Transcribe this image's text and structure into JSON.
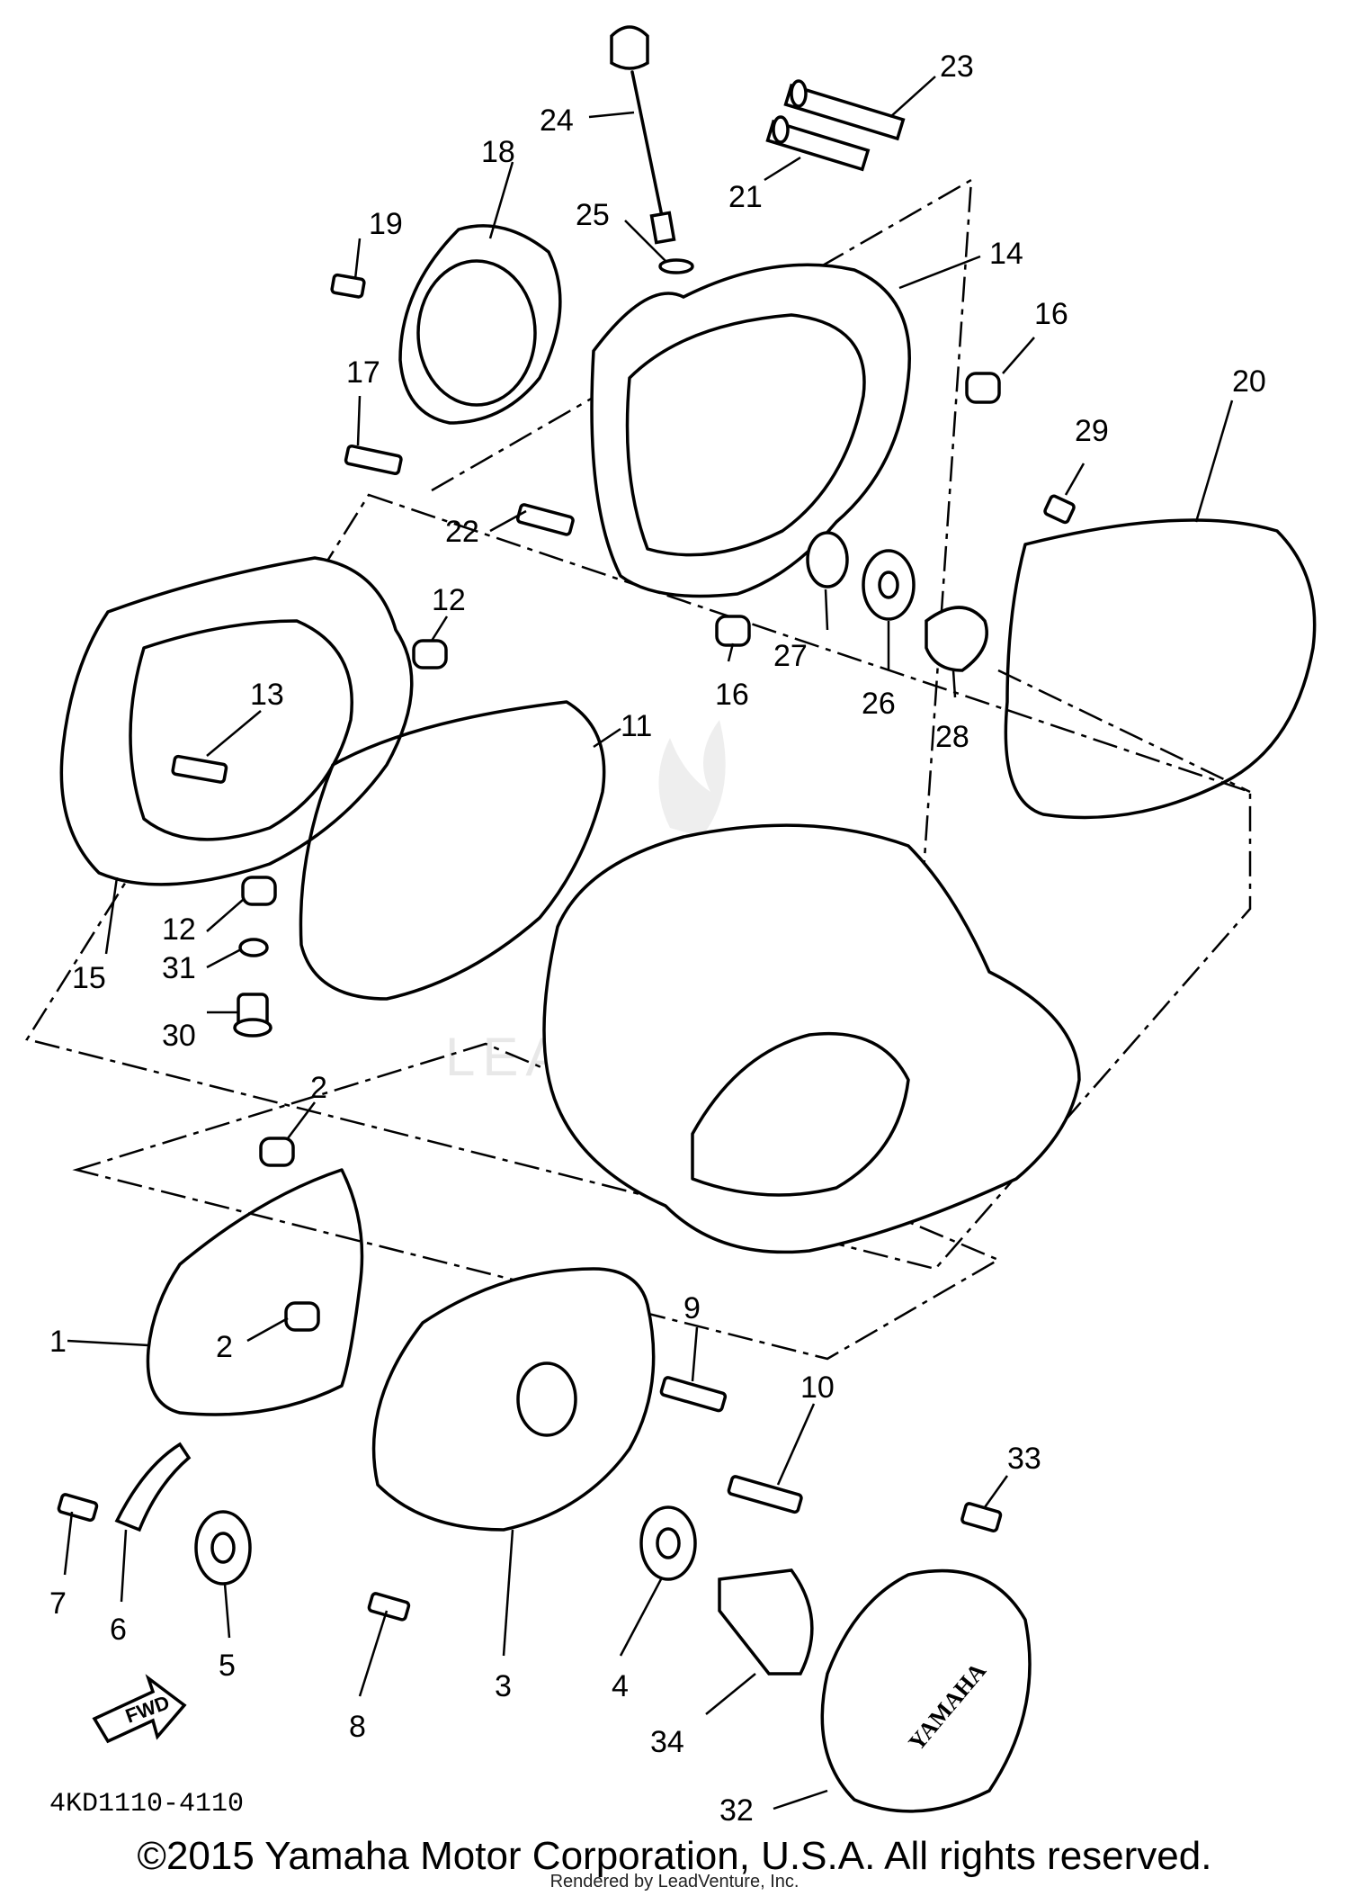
{
  "diagram": {
    "part_code": "4KD1110-4110",
    "fwd_label": "FWD",
    "brand_label": "YAMAHA",
    "watermark": "LEADVENTURE",
    "callouts": [
      "1",
      "2",
      "2",
      "3",
      "4",
      "5",
      "6",
      "7",
      "8",
      "9",
      "10",
      "11",
      "12",
      "12",
      "13",
      "14",
      "15",
      "16",
      "16",
      "17",
      "18",
      "19",
      "20",
      "21",
      "22",
      "23",
      "24",
      "25",
      "26",
      "27",
      "28",
      "29",
      "30",
      "31",
      "32",
      "33",
      "34"
    ]
  },
  "footer": {
    "copyright": "©2015 Yamaha Motor Corporation, U.S.A. All rights reserved.",
    "rendered_by": "Rendered by LeadVenture, Inc."
  }
}
